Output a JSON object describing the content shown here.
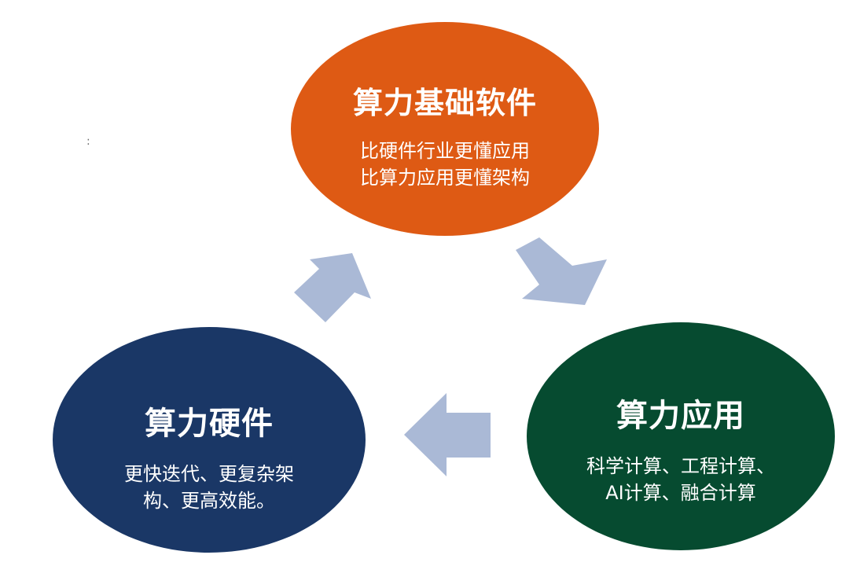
{
  "nodes": {
    "software": {
      "title": "算力基础软件",
      "lines": [
        "比硬件行业更懂应用",
        "比算力应用更懂架构"
      ],
      "color": "#de5a14"
    },
    "hardware": {
      "title": "算力硬件",
      "lines": [
        "更快迭代、更复杂架",
        "构、更高效能。"
      ],
      "color": "#1a3766"
    },
    "application": {
      "title": "算力应用",
      "lines": [
        "科学计算、工程计算、",
        "AI计算、融合计算"
      ],
      "color": "#064b30"
    }
  },
  "decor": {
    "stray_mark": ":"
  },
  "colors": {
    "arrow": "#aab9d6"
  }
}
